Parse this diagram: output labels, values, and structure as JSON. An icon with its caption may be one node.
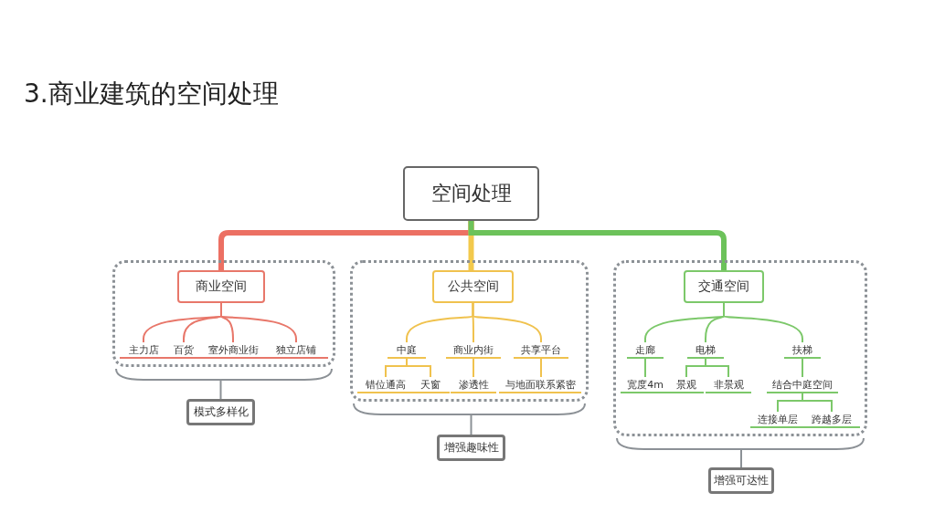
{
  "diagram": {
    "title": "3.商业建筑的空间处理",
    "nodes": [
      {
        "text": [
          "空间处理"
        ]
      },
      {
        "text": [],
        "shape": "box"
      },
      {
        "text": [
          "商业空间"
        ],
        "in": 1
      },
      {
        "text": [
          "主力店"
        ],
        "in": 1
      },
      {
        "text": [
          "百货"
        ],
        "in": 1
      },
      {
        "text": [
          "室外商业街"
        ],
        "in": 1
      },
      {
        "text": [
          "独立店铺"
        ],
        "in": 1
      },
      {
        "text": [
          "模式多样化"
        ]
      },
      {
        "text": [],
        "shape": "box"
      },
      {
        "text": [
          "公共空间"
        ],
        "in": 8
      },
      {
        "text": [
          "中庭"
        ],
        "in": 8
      },
      {
        "text": [
          "商业内街"
        ],
        "in": 8
      },
      {
        "text": [
          "共享平台"
        ],
        "in": 8
      },
      {
        "text": [
          "错位通高"
        ],
        "in": 8
      },
      {
        "text": [
          "天窗"
        ],
        "in": 8
      },
      {
        "text": [
          "渗透性"
        ],
        "in": 8
      },
      {
        "text": [
          "与地面联系紧密"
        ],
        "in": 8
      },
      {
        "text": [
          "增强趣味性"
        ]
      },
      {
        "text": [],
        "shape": "box"
      },
      {
        "text": [
          "交通空间"
        ],
        "in": 18
      },
      {
        "text": [
          "走廊"
        ],
        "in": 18
      },
      {
        "text": [
          "电梯"
        ],
        "in": 18
      },
      {
        "text": [
          "扶梯"
        ],
        "in": 18
      },
      {
        "text": [
          "宽度4m"
        ],
        "in": 18
      },
      {
        "text": [
          "景观"
        ],
        "in": 18
      },
      {
        "text": [
          "非景观"
        ],
        "in": 18
      },
      {
        "text": [
          "结合中庭空间"
        ],
        "in": 18
      },
      {
        "text": [
          "连接单层"
        ],
        "in": 18
      },
      {
        "text": [
          "跨越多层"
        ],
        "in": 18
      },
      {
        "text": [
          "增强可达性"
        ]
      }
    ],
    "edges": [
      {
        "from": 0,
        "to": 2,
        "arrow": "none",
        "style": "thick",
        "color": "#ec7063"
      },
      {
        "from": 0,
        "to": 9,
        "arrow": "none",
        "style": "thick",
        "color": "#f2c94c"
      },
      {
        "from": 0,
        "to": 19,
        "arrow": "none",
        "style": "thick",
        "color": "#6cc25a"
      },
      {
        "from": 2,
        "to": 3,
        "arrow": "none",
        "color": "#e8776a"
      },
      {
        "from": 2,
        "to": 4,
        "arrow": "none",
        "color": "#e8776a"
      },
      {
        "from": 2,
        "to": 5,
        "arrow": "none",
        "color": "#e8776a"
      },
      {
        "from": 2,
        "to": 6,
        "arrow": "none",
        "color": "#e8776a"
      },
      {
        "from": 1,
        "to": 7,
        "arrow": "none",
        "color": "#8c9196"
      },
      {
        "from": 9,
        "to": 10,
        "arrow": "none",
        "color": "#f0c24e"
      },
      {
        "from": 9,
        "to": 11,
        "arrow": "none",
        "color": "#f0c24e"
      },
      {
        "from": 9,
        "to": 12,
        "arrow": "none",
        "color": "#f0c24e"
      },
      {
        "from": 10,
        "to": 13,
        "arrow": "none",
        "color": "#f0c24e"
      },
      {
        "from": 10,
        "to": 14,
        "arrow": "none",
        "color": "#f0c24e"
      },
      {
        "from": 11,
        "to": 15,
        "arrow": "none",
        "color": "#f0c24e"
      },
      {
        "from": 12,
        "to": 16,
        "arrow": "none",
        "color": "#f0c24e"
      },
      {
        "from": 8,
        "to": 17,
        "arrow": "none",
        "color": "#8c9196"
      },
      {
        "from": 19,
        "to": 20,
        "arrow": "none",
        "color": "#7cc86a"
      },
      {
        "from": 19,
        "to": 21,
        "arrow": "none",
        "color": "#7cc86a"
      },
      {
        "from": 19,
        "to": 22,
        "arrow": "none",
        "color": "#7cc86a"
      },
      {
        "from": 20,
        "to": 23,
        "arrow": "none",
        "color": "#7cc86a"
      },
      {
        "from": 21,
        "to": 24,
        "arrow": "none",
        "color": "#7cc86a"
      },
      {
        "from": 21,
        "to": 25,
        "arrow": "none",
        "color": "#7cc86a"
      },
      {
        "from": 22,
        "to": 26,
        "arrow": "none",
        "color": "#7cc86a"
      },
      {
        "from": 26,
        "to": 27,
        "arrow": "none",
        "color": "#7cc86a"
      },
      {
        "from": 26,
        "to": 28,
        "arrow": "none",
        "color": "#7cc86a"
      },
      {
        "from": 18,
        "to": 29,
        "arrow": "none",
        "color": "#8c9196"
      }
    ]
  }
}
